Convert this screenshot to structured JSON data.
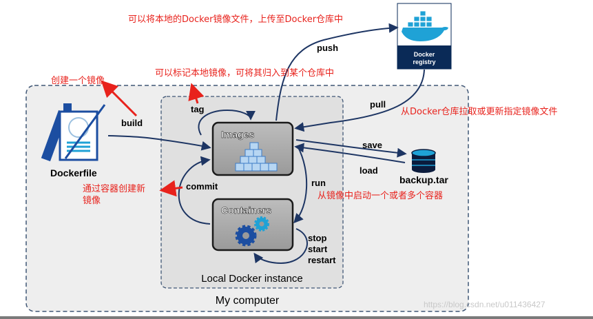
{
  "nodes": {
    "dockerfile": "Dockerfile",
    "images": "Images",
    "containers": "Containers",
    "registry_line1": "Docker",
    "registry_line2": "registry",
    "backup": "backup.tar",
    "local_instance": "Local Docker instance",
    "my_computer": "My computer"
  },
  "edges": {
    "build": "build",
    "tag": "tag",
    "push": "push",
    "pull": "pull",
    "save": "save",
    "load": "load",
    "run": "run",
    "commit": "commit",
    "stop": "stop",
    "start": "start",
    "restart": "restart"
  },
  "annotations": {
    "push_note": "可以将本地的Docker镜像文件，上传至Docker仓库中",
    "tag_note": "可以标记本地镜像，可将其归入到某个仓库中",
    "build_note": "创建一个镜像",
    "pull_note": "从Docker仓库拉取或更新指定镜像文件",
    "commit_note_line1": "通过容器创建新",
    "commit_note_line2": "镜像",
    "run_note": "从镜像中启动一个或者多个容器"
  },
  "watermark": "https://blog.csdn.net/u011436427",
  "colors": {
    "annotation": "#e8221c",
    "arrow": "#1d3563",
    "box_fill": "#a9a9a9",
    "outer_fill": "#eeeeee",
    "registry_bg": "#0a2a57",
    "docker_blue": "#1fa2d6"
  }
}
